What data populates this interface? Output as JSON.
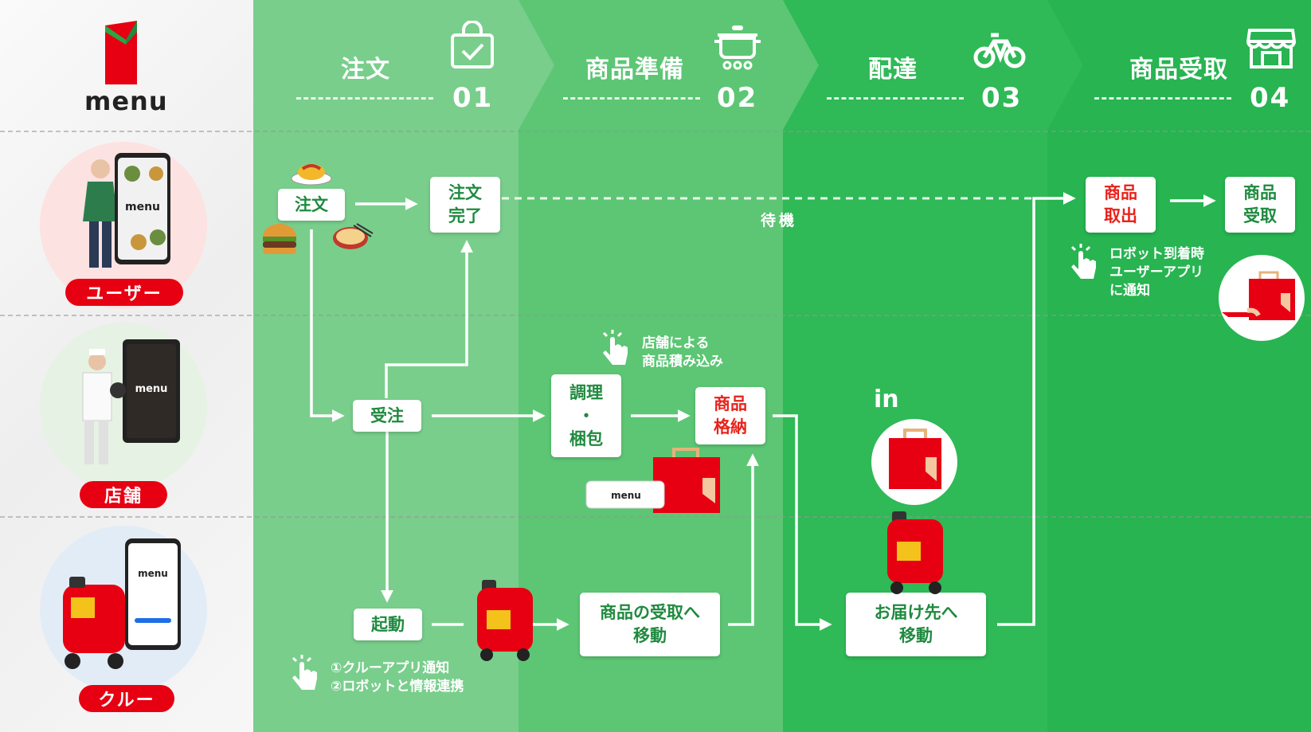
{
  "brand": {
    "logo_text": "menu",
    "logo_color": "#e60012"
  },
  "colors": {
    "left_bg": "#f2f2f2",
    "column_greens": [
      "#79ce8c",
      "#5cc674",
      "#2fb957",
      "#27b451"
    ],
    "accent_red": "#e60012",
    "box_text_green": "#1f8a3f"
  },
  "steps": [
    {
      "title": "注文",
      "number": "01",
      "icon": "shopping-bag-check-icon"
    },
    {
      "title": "商品準備",
      "number": "02",
      "icon": "cooking-pot-icon"
    },
    {
      "title": "配達",
      "number": "03",
      "icon": "bicycle-icon"
    },
    {
      "title": "商品受取",
      "number": "04",
      "icon": "storefront-icon"
    }
  ],
  "roles": [
    {
      "label": "ユーザー",
      "icon": "user-with-phone-icon"
    },
    {
      "label": "店舗",
      "icon": "chef-with-tablet-icon"
    },
    {
      "label": "クルー",
      "icon": "robot-with-phone-icon"
    }
  ],
  "boxes": {
    "order": "注文",
    "order_complete": "注文\n完了",
    "accept": "受注",
    "cook_pack": "調理\n・\n梱包",
    "store_item": "商品\n格納",
    "start": "起動",
    "move_pickup": "商品の受取へ\n移動",
    "move_delivery": "お届け先へ\n移動",
    "take_out": "商品\n取出",
    "receive": "商品\n受取"
  },
  "labels": {
    "wait": "待機",
    "in": "in",
    "store_loading_note": "店舗による\n商品積み込み",
    "robot_arrival_note": "ロボット到着時\nユーザーアプリ\nに通知",
    "crew_notes": "①クルーアプリ通知\n②ロボットと情報連携"
  }
}
